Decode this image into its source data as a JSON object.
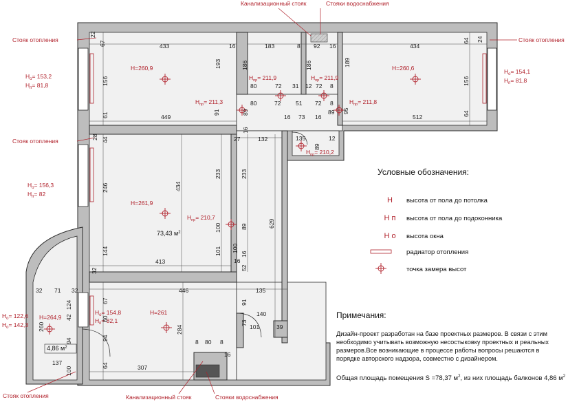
{
  "callouts": {
    "sewer_top": "Канализационный стояк",
    "water_top": "Стояки водоснабжения",
    "heating_top_left": "Стояк отопления",
    "heating_top_right": "Стояк отопления",
    "heating_mid_left": "Стояк отопления",
    "heating_bottom_left": "Стояк отопления",
    "sewer_bottom": "Канализационный стояк",
    "water_bottom": "Стояки водоснабжения"
  },
  "windows": {
    "w1_h": "Н",
    "w1_h_sub": "о",
    "w1_h_val": "= 153,2",
    "w1_p": "Н",
    "w1_p_sub": "п",
    "w1_p_val": "= 81,8",
    "w2_h": "Н",
    "w2_h_sub": "о",
    "w2_h_val": "= 154,1",
    "w2_p": "Н",
    "w2_p_sub": "п",
    "w2_p_val": "= 81,8",
    "w3_h": "Н",
    "w3_h_sub": "о",
    "w3_h_val": "= 156,3",
    "w3_p": "Н",
    "w3_p_sub": "п",
    "w3_p_val": "= 82",
    "w4_h": "Н",
    "w4_h_sub": "о",
    "w4_h_val": "= 154,8",
    "w4_p": "Н",
    "w4_p_sub": "п",
    "w4_p_val": "= 82,1",
    "w5_h": "Н",
    "w5_h_sub": "о",
    "w5_h_val": "= 122,6",
    "w5_p": "Н",
    "w5_p_sub": "о",
    "w5_p_val": "= 142,3"
  },
  "heights": {
    "r1": "H=260,9",
    "r2": "H=260,6",
    "r3": "H=261,9",
    "r4": "H=261",
    "balcony": "H=264,9",
    "d1": "Н",
    "d1_sub": "пр",
    "d1_val": "= 211,9",
    "d2": "Н",
    "d2_sub": "пр",
    "d2_val": "= 211,9",
    "d3": "Н",
    "d3_sub": "пр",
    "d3_val": "= 211,3",
    "d4": "Н",
    "d4_sub": "пр",
    "d4_val": "= 211,8",
    "d5": "Н",
    "d5_sub": "пр",
    "d5_val": "= 210,2",
    "d6": "Н",
    "d6_sub": "пр",
    "d6_val": "= 210,7"
  },
  "areas": {
    "main": "73,43 м",
    "main_sup": "2",
    "balcony": "4,86 м",
    "balcony_sup": "2"
  },
  "dims": {
    "d22": "22",
    "d67a": "67",
    "d433": "433",
    "d16a": "16",
    "d183": "183",
    "d8a": "8",
    "d92": "92",
    "d16b": "16",
    "d434": "434",
    "d64a": "64",
    "d24": "24",
    "d156a": "156",
    "d193": "193",
    "d186a": "186",
    "d186b": "186",
    "d189": "189",
    "d156b": "156",
    "d80a": "80",
    "d72a": "72",
    "d31": "31",
    "d12a": "12",
    "d72b": "72",
    "d8b": "8",
    "d80b": "80",
    "d72c": "72",
    "d51": "51",
    "d72d": "72",
    "d8c": "8",
    "d61": "61",
    "d91a": "91",
    "d89a": "89",
    "d89b": "89",
    "d95": "95",
    "d64b": "64",
    "d449": "449",
    "d16c": "16",
    "d73a": "73",
    "d512": "512",
    "d16d": "16",
    "d16e": "16",
    "d135": "135",
    "d12b": "12",
    "d28": "28",
    "d44": "44",
    "d27": "27",
    "d132": "132",
    "d89c": "89",
    "d246": "246",
    "d434b": "434",
    "d233a": "233",
    "d233b": "233",
    "d629": "629",
    "d100a": "100",
    "d89d": "89",
    "d144": "144",
    "d101a": "101",
    "d16f": "16",
    "d52": "52",
    "d16g": "16",
    "d100b": "100",
    "d413": "413",
    "d32a": "32",
    "d32b": "32",
    "d71": "71",
    "d32c": "32",
    "d446": "446",
    "d135b": "135",
    "d124": "124",
    "d67b": "67",
    "d91b": "91",
    "d42": "42",
    "d60": "60",
    "d140": "140",
    "d260": "260",
    "d284": "284",
    "d73b": "73",
    "d101b": "101",
    "d39": "39",
    "d94a": "94",
    "d94b": "94",
    "d8d": "8",
    "d80c": "80",
    "d8e": "8",
    "d16h": "16",
    "d137": "137",
    "d64c": "64",
    "d307": "307",
    "d100c": "100"
  },
  "legend": {
    "title": "Условные обозначения:",
    "items": [
      {
        "symbol": "Н",
        "text": "высота от пола до потолка"
      },
      {
        "symbol": "Н п",
        "text": "высота от пола до подоконника"
      },
      {
        "symbol": "Н о",
        "text": "высота окна"
      },
      {
        "symbol": "radiator-icon",
        "text": "радиатор отопления"
      },
      {
        "symbol": "measure-point-icon",
        "text": "точка замера высот"
      }
    ]
  },
  "notes": {
    "title": "Примечания:",
    "body": "Дизайн-проект разработан на базе проектных размеров. В связи с этим необходимо учитывать возможную несостыковку проектных и реальных размеров.Все возникающие в процессе работы вопросы решаются в порядке авторского надзора, совместно с дизайнером.",
    "area_prefix": "Общая площадь помещения  S =78,37 м",
    "area_sup1": "2",
    "area_mid": ", из них площадь балконов 4,86 м",
    "area_sup2": "2"
  },
  "colors": {
    "wall": "#bfbfbf",
    "wall_stroke": "#2b2b2b",
    "floor": "#f1f1f1",
    "accent_red": "#b0202a"
  }
}
